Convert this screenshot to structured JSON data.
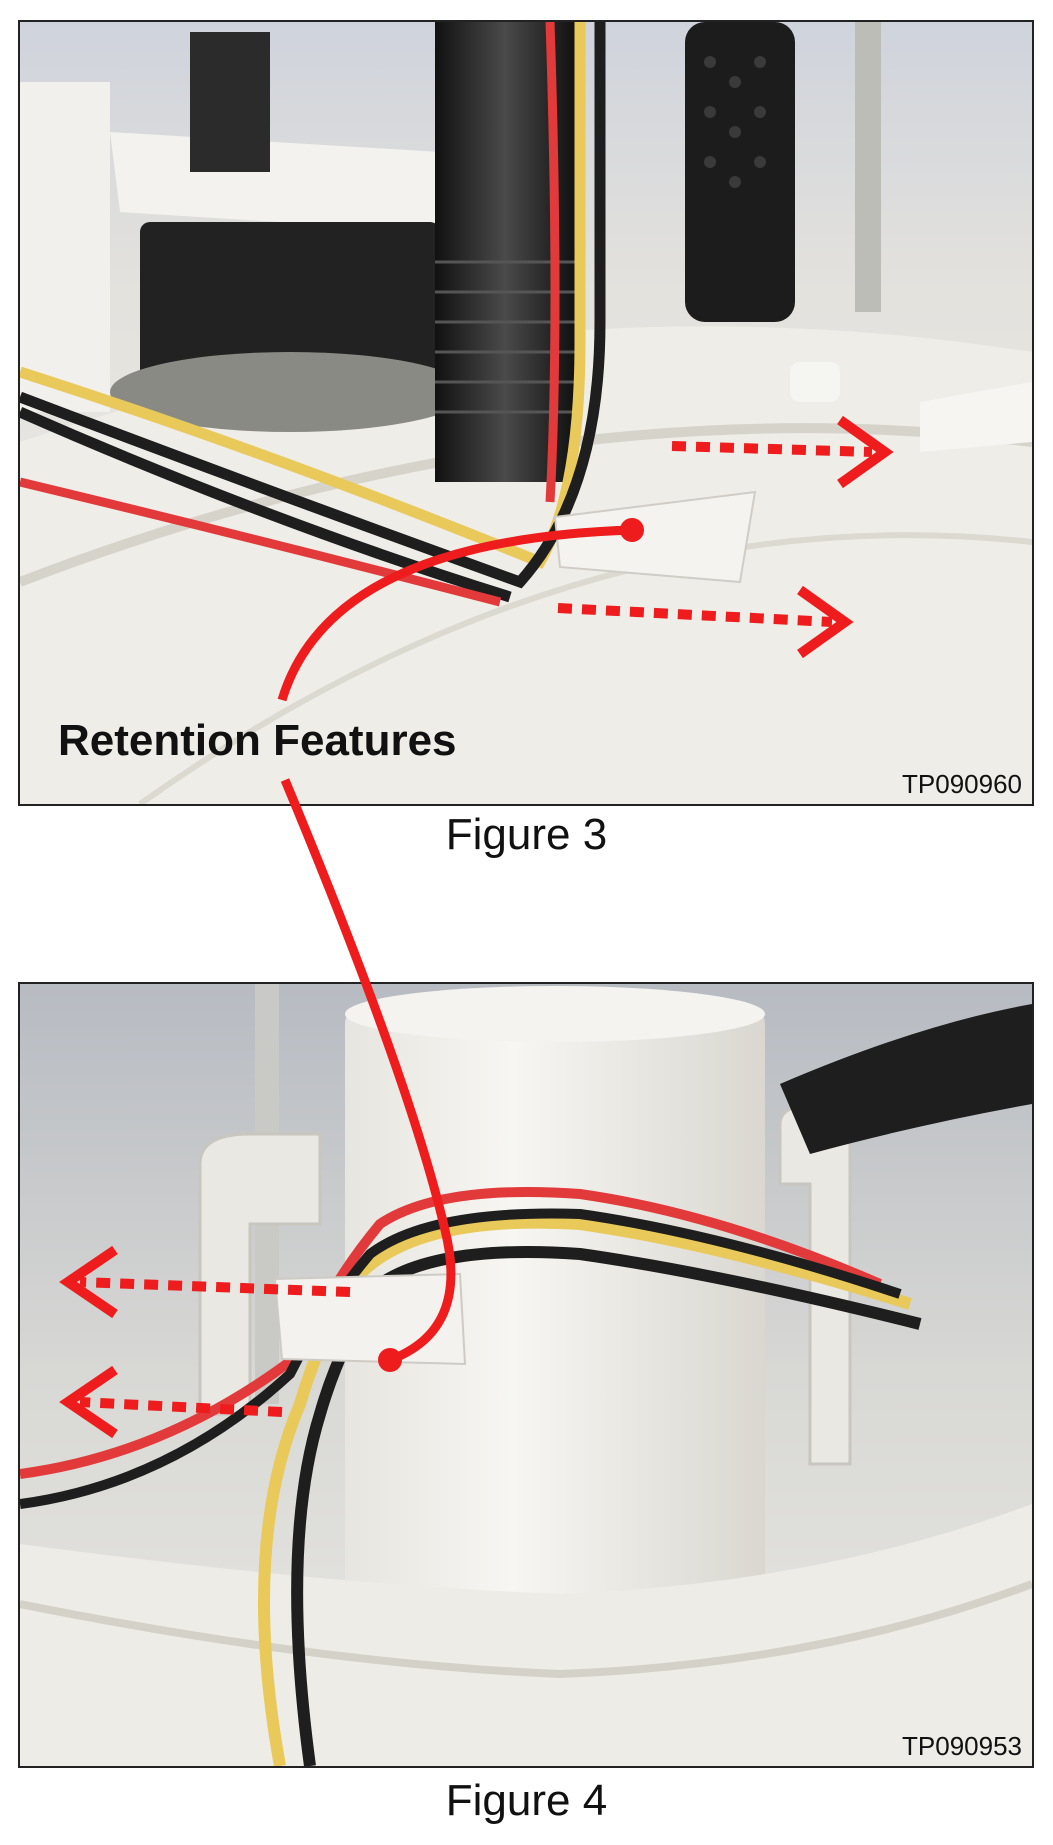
{
  "callout_label": "Retention Features",
  "figures": [
    {
      "photo_id": "TP090960",
      "caption": "Figure 3"
    },
    {
      "photo_id": "TP090953",
      "caption": "Figure 4"
    }
  ],
  "colors": {
    "callout": "#ee1c1c",
    "wire_red": "#e23a3a",
    "wire_yellow": "#e8c95a",
    "wire_black": "#1e1e1e",
    "plastic": "#eeece6"
  }
}
